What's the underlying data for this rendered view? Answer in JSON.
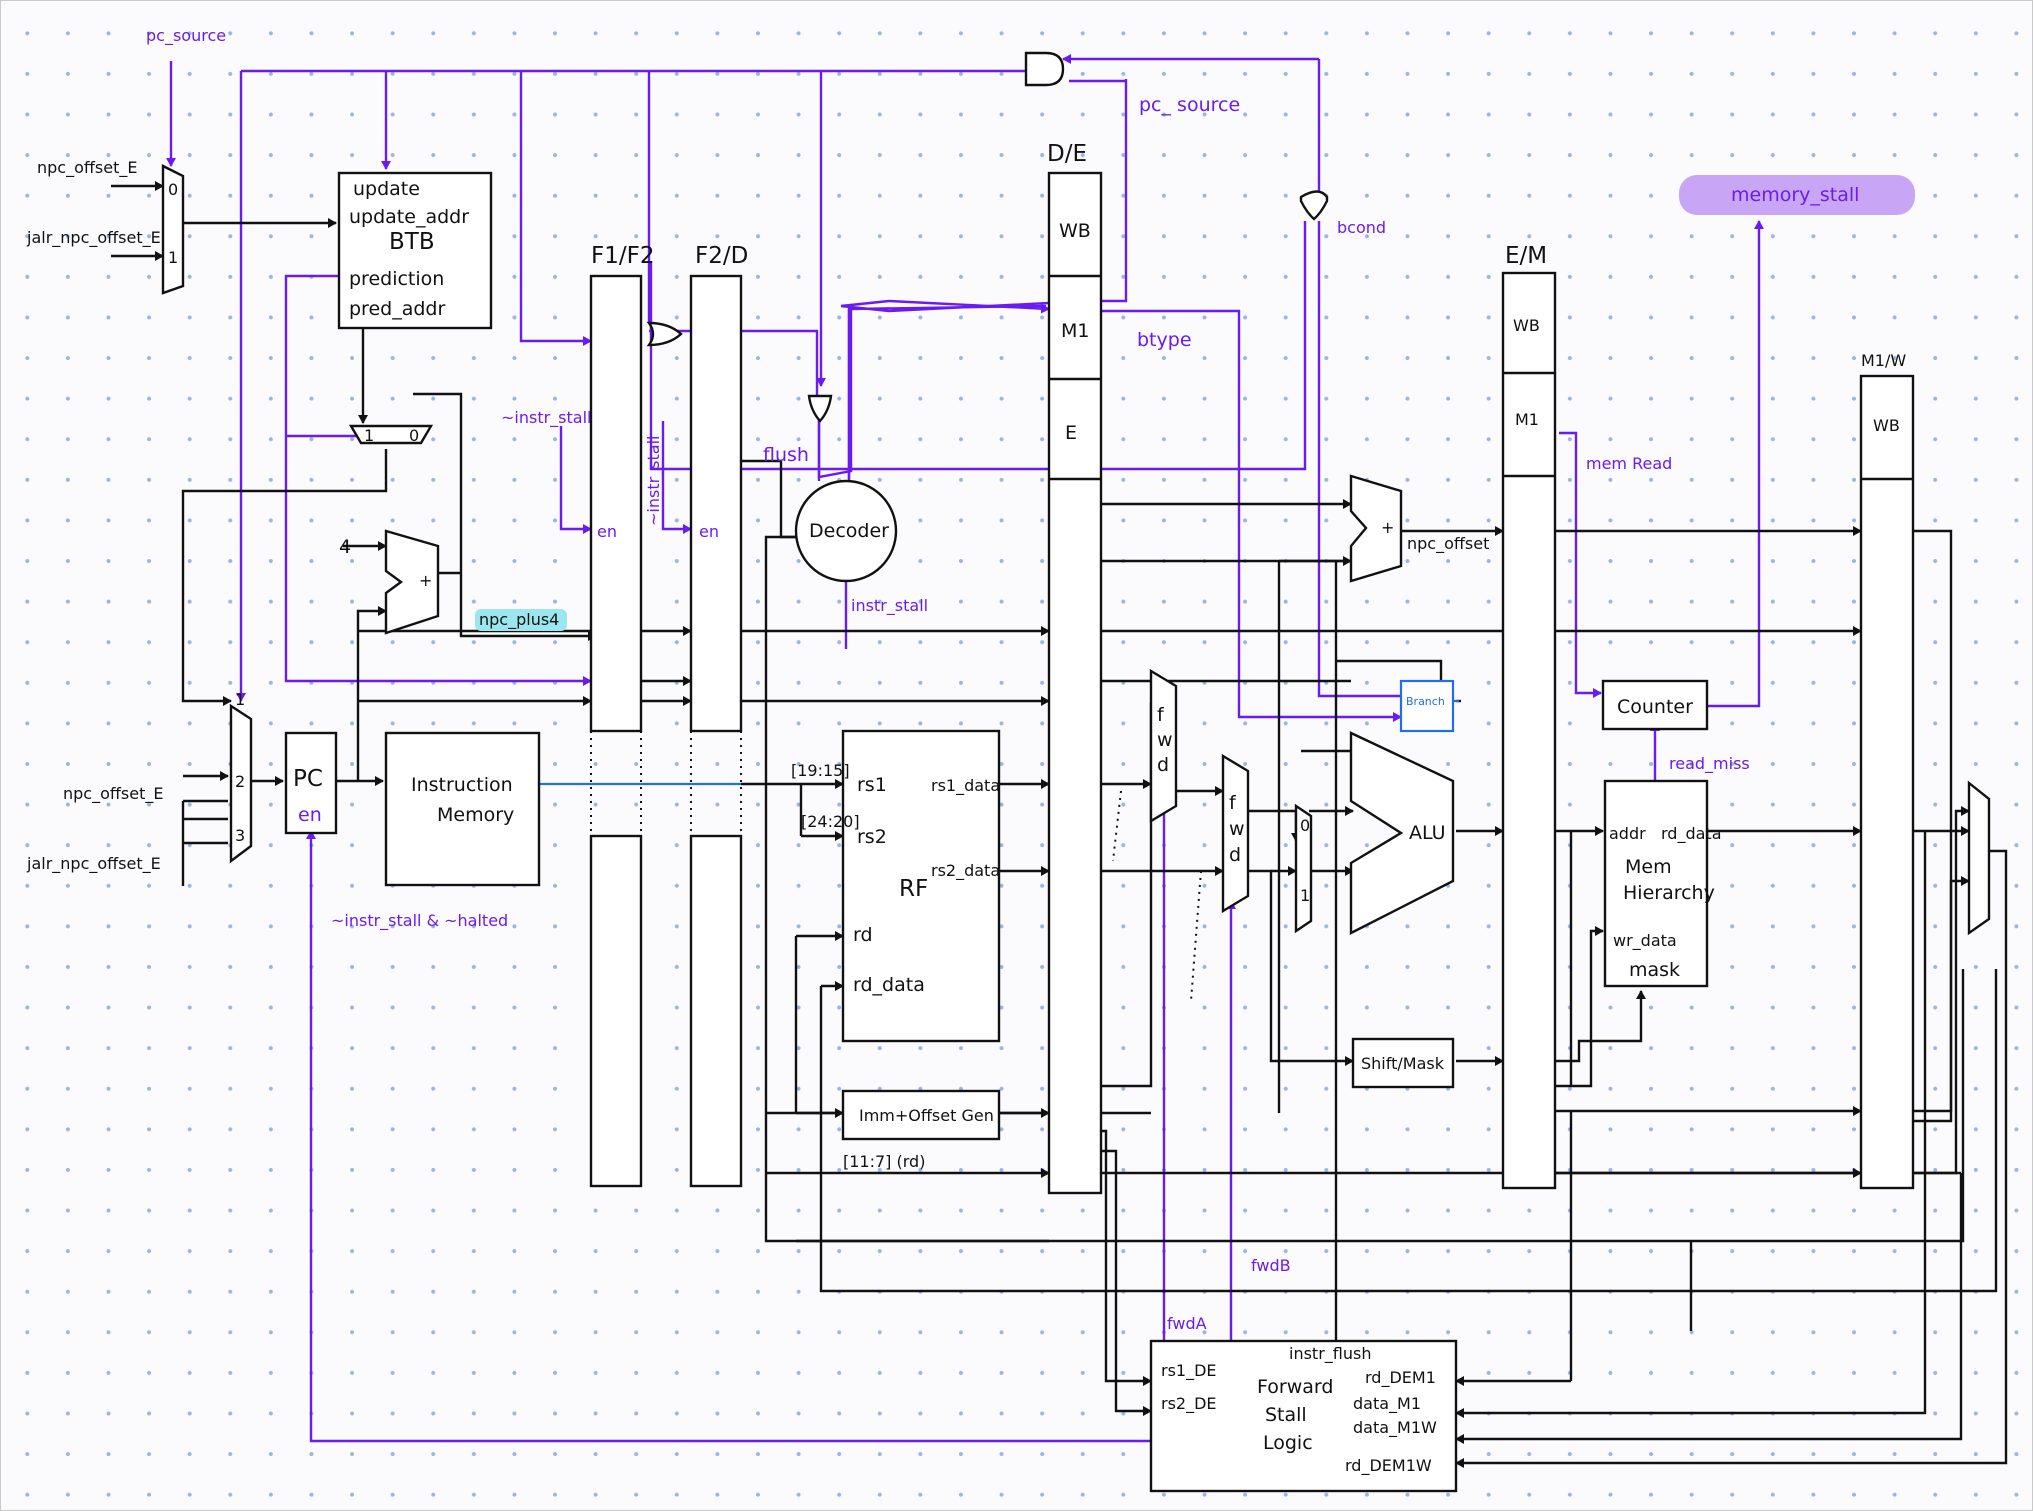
{
  "signals": {
    "pc_source_top": "pc_source",
    "pc_source_mid": "pc_ source",
    "npc_offset_E": "npc_offset_E",
    "jalr_npc_offset_E": "jalr_npc_offset_E",
    "npc_offset_E2": "npc_offset_E",
    "jalr_npc_offset_E2": "jalr_npc_offset_E",
    "instr_stall_f1": "~instr_stall",
    "instr_stall_f2": "~instr_stall",
    "instr_stall_dec": "instr_stall",
    "flush": "flush",
    "btype": "btype",
    "bcond": "bcond",
    "npc_plus4": "npc_plus4",
    "npc_offset": "npc_offset",
    "pc_en": "~instr_stall & ~halted",
    "mem_read": "mem Read",
    "read_miss": "read_miss",
    "memory_stall": "memory_stall",
    "fwdA": "fwdA",
    "fwdB": "fwdB",
    "imm_rs1": "[19:15]",
    "imm_rs2": "[24:20]",
    "imm_rd": "[11:7]  (rd)",
    "const4": "4"
  },
  "blocks": {
    "btb": {
      "title": "BTB",
      "update": "update",
      "update_addr": "update_addr",
      "prediction": "prediction",
      "pred_addr": "pred_addr"
    },
    "pc": {
      "label": "PC",
      "en": "en"
    },
    "imem": {
      "line1": "Instruction",
      "line2": "Memory"
    },
    "decoder": "Decoder",
    "rf": {
      "title": "RF",
      "rs1": "rs1",
      "rs2": "rs2",
      "rd": "rd",
      "rd_data": "rd_data",
      "rs1_data": "rs1_data",
      "rs2_data": "rs2_data"
    },
    "immgen": "Imm+Offset Gen",
    "alu": "ALU",
    "branch": "Branch",
    "shift": "Shift/Mask",
    "counter": "Counter",
    "mem": {
      "addr": "addr",
      "rd_data": "rd_data",
      "line1": "Mem",
      "line2": "Hierarchy",
      "wr_data": "wr_data",
      "mask": "mask"
    },
    "fwd1": [
      "f",
      "w",
      "d"
    ],
    "fwd2": [
      "f",
      "w",
      "d"
    ],
    "fsl": {
      "line1": "Forward",
      "line2": "Stall",
      "line3": "Logic",
      "rs1_DE": "rs1_DE",
      "rs2_DE": "rs2_DE",
      "instr_flush": "instr_flush",
      "rd_DEM1": "rd_DEM1",
      "data_M1": "data_M1",
      "data_M1W": "data_M1W",
      "rd_DEM1W": "rd_DEM1W"
    },
    "mux_pc": [
      "1",
      "2",
      "3"
    ],
    "mux_top": [
      "0",
      "1"
    ],
    "mux_small": [
      "0",
      "1"
    ],
    "mux_alu": [
      "0",
      "1"
    ]
  },
  "registers": {
    "f1f2": "F1/F2",
    "f2d": "F2/D",
    "de": {
      "title": "D/E",
      "wb": "WB",
      "m1": "M1",
      "e": "E"
    },
    "em": {
      "title": "E/M",
      "wb": "WB",
      "m1": "M1"
    },
    "mw": {
      "title": "M1/W",
      "wb": "WB"
    }
  },
  "colors": {
    "wire": "#111111",
    "control": "#6a1bf0",
    "data_link": "#1e6fe8",
    "highlight": "#c9a6f5"
  }
}
